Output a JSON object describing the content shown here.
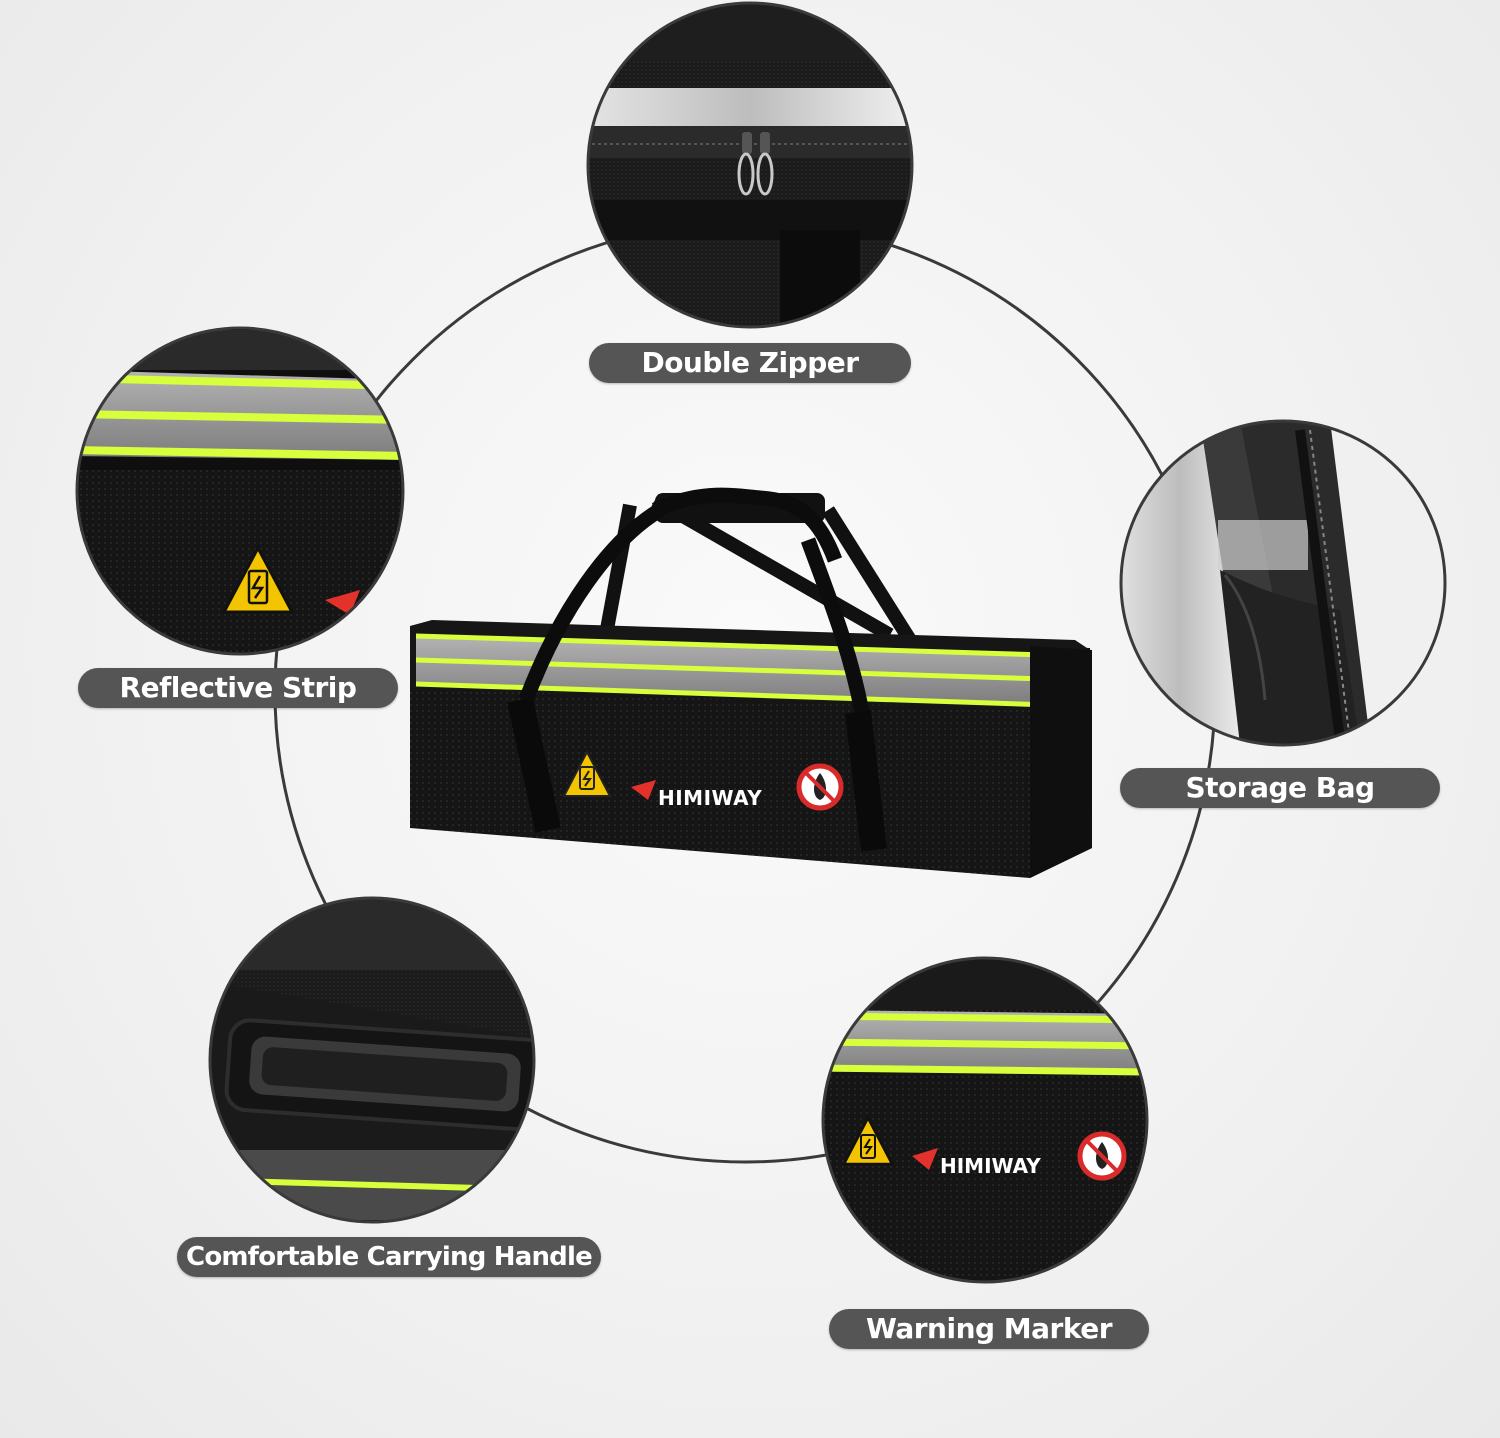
{
  "colors": {
    "background": "#f2f2f2",
    "ring": "#3a3a3a",
    "label_bg": "#555555",
    "label_text": "#ffffff",
    "bag_black": "#141414",
    "reflective_green": "#d7ff3c",
    "reflective_grey": "#9a9a9a",
    "warning_yellow": "#f3c400",
    "logo_red": "#e3322b",
    "no_fire_red": "#d92b2b"
  },
  "labels": {
    "double_zipper": "Double Zipper",
    "reflective_strip": "Reflective Strip",
    "storage_bag": "Storage Bag",
    "carrying_handle": "Comfortable Carrying Handle",
    "warning_marker": "Warning Marker"
  },
  "brand": {
    "name": "HIMIWAY"
  },
  "icons": {
    "warning": "battery-warning-icon",
    "no_fire": "no-fire-icon",
    "logo": "himiway-logo-icon"
  }
}
